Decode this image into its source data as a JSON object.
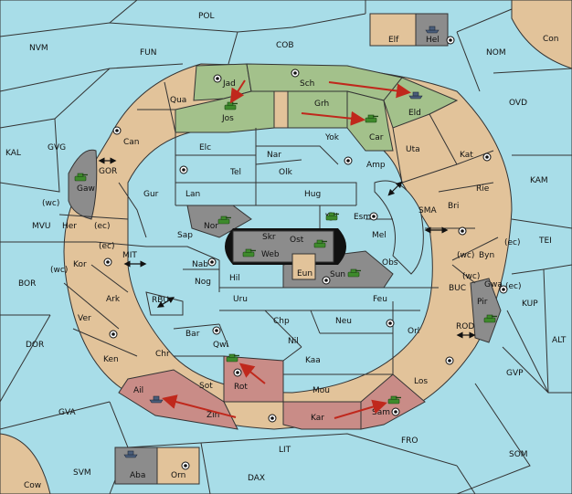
{
  "board": {
    "colors": {
      "sea": "#a8dde8",
      "land": "#e2c39a",
      "green_power": "#a3c18b",
      "pink_power": "#c98c87",
      "grey_power": "#8c8c8c",
      "move_arrow": "#c0281c"
    },
    "seas": [
      "POL",
      "NVM",
      "FUN",
      "COB",
      "NOM",
      "Con",
      "OVD",
      "KAL",
      "GVG",
      "GOR",
      "KAM",
      "MVU",
      "MIT",
      "SMA",
      "TEI",
      "BOR",
      "RBU",
      "BUC",
      "KUP",
      "DOR",
      "ROD",
      "ALT",
      "GVP",
      "GVA",
      "FRO",
      "SOM",
      "LIT",
      "SVM",
      "DAX",
      "Cow"
    ],
    "lands": [
      "Elf",
      "Hel",
      "Jad",
      "Sch",
      "Qua",
      "Jos",
      "Grh",
      "Eld",
      "Can",
      "Yok",
      "Car",
      "Uta",
      "Elc",
      "Nar",
      "Amp",
      "Kat",
      "Tel",
      "Olk",
      "Gur",
      "Lan",
      "Hug",
      "Rie",
      "Gaw",
      "Bri",
      "Nor",
      "Skr",
      "Wil",
      "Esm",
      "Her",
      "Sap",
      "Ost",
      "Mel",
      "Web",
      "Byn",
      "Kor",
      "Nab",
      "Eun",
      "Obs",
      "Sun",
      "Gwa",
      "Hil",
      "Ark",
      "Nog",
      "Uru",
      "Feu",
      "Pir",
      "Ver",
      "Chp",
      "Neu",
      "Bar",
      "Qwi",
      "Orl",
      "Nil",
      "Ken",
      "Chr",
      "Kaa",
      "Ail",
      "Sot",
      "Rot",
      "Los",
      "Mou",
      "Zin",
      "Kar",
      "Sam",
      "Aba",
      "Orn"
    ],
    "coast_tags": [
      "(wc)",
      "(ec)",
      "(ec)",
      "(wc)",
      "(wc)",
      "(ec)",
      "(wc)",
      "(ec)"
    ]
  }
}
